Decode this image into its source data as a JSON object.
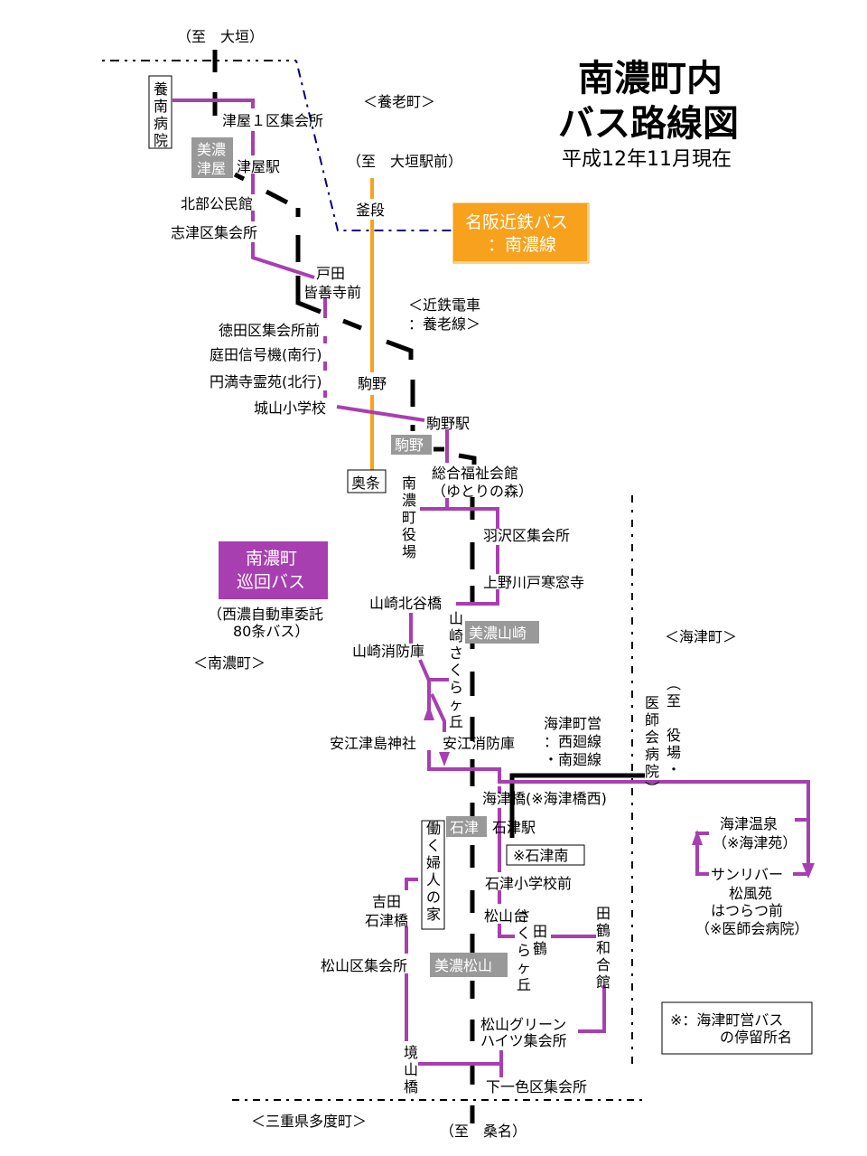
{
  "title": {
    "line1": "南濃町内",
    "line2": "バス路線図",
    "date": "平成12年11月現在"
  },
  "colors": {
    "junkai_bus": "#a83fb0",
    "meihan_bus": "#f7a11d",
    "railway": "#000000",
    "station_badge": "#999999",
    "boundary_blue": "#000080",
    "kaizu_bus": "#000000"
  },
  "legends": {
    "meihan": {
      "line1": "名阪近鉄バス",
      "line2": "：南濃線"
    },
    "junkai": {
      "line1": "南濃町",
      "line2": "巡回バス",
      "note1": "（西濃自動車委託",
      "note2": "80条バス）"
    },
    "kintetsu": {
      "line1": "＜近鉄電車",
      "line2": "：養老線＞"
    },
    "kaizu": {
      "line1": "海津町営",
      "line2": "：西廻線",
      "line3": "・南廻線"
    },
    "asterisk_note": {
      "line1": "※：海津町営バス",
      "line2": "の停留所名"
    }
  },
  "areas": {
    "yoro": "＜養老町＞",
    "nanno": "＜南濃町＞",
    "kaizu": "＜海津町＞",
    "tado": "＜三重県多度町＞"
  },
  "directions": {
    "ogaki": "（至　大垣）",
    "ogaki_eki": "（至　大垣駅前）",
    "kuwana": "（至　桑名）",
    "kaizu_yakuba": "（至　役場・医師会病院）"
  },
  "stations": {
    "mino_tsuya": "美濃津屋",
    "komano": "駒野",
    "mino_yamasaki": "美濃山崎",
    "ishizu": "石津",
    "mino_matsuyama": "美濃松山"
  },
  "junkai_stops": [
    "養南病院",
    "津屋１区集会所",
    "津屋駅",
    "北部公民館",
    "志津区集会所",
    "戸田",
    "皆善寺前",
    "徳田区集会所前",
    "庭田信号機(南行)",
    "円満寺霊苑(北行)",
    "城山小学校",
    "駒野駅",
    "総合福祉会館",
    "（ゆとりの森）",
    "南濃町役場",
    "羽沢区集会所",
    "上野川戸寒窓寺",
    "山崎北谷橋",
    "山崎さくらヶ丘",
    "山崎消防庫",
    "安江津島神社",
    "安江消防庫",
    "海津橋(※海津橋西)",
    "石津駅",
    "※石津南",
    "石津小学校前",
    "働く婦人の家",
    "吉田",
    "石津橋",
    "松山台",
    "さくらヶ丘",
    "田鶴",
    "田鶴和合館",
    "松山区集会所",
    "松山グリーン",
    "ハイツ集会所",
    "境山橋",
    "下一色区集会所",
    "海津温泉",
    "（※海津苑）",
    "サンリバー",
    "松風苑",
    "はつらつ前",
    "（※医師会病院）"
  ],
  "meihan_stops": [
    "釜段",
    "駒野",
    "奥条"
  ]
}
